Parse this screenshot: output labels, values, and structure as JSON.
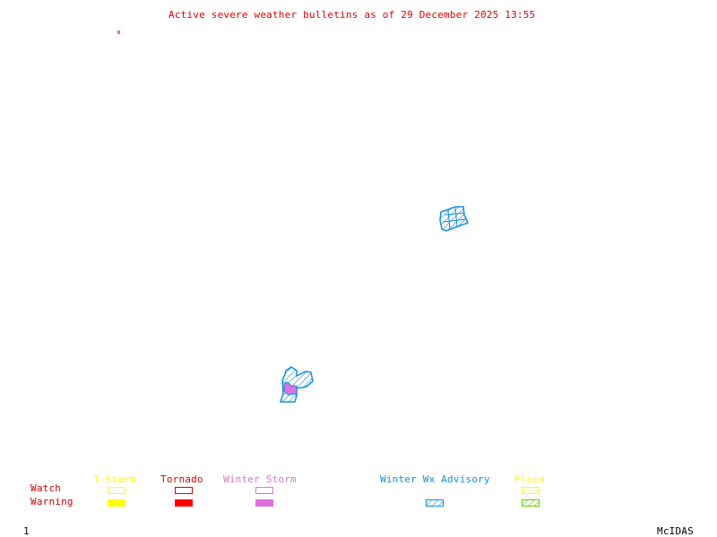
{
  "title": "Active severe weather bulletins as of 29 December 2025 13:55",
  "frame_number": "1",
  "software_label": "McIDAS",
  "legend": {
    "row_labels": {
      "watch": "Watch",
      "warning": "Warning"
    },
    "categories": [
      {
        "id": "tstorm",
        "label": "T-Storm",
        "color": "#ffff00",
        "watch": "outline",
        "warning": "filled"
      },
      {
        "id": "tornado",
        "label": "Tornado",
        "color": "#ff0000",
        "watch": "outline",
        "warning": "filled"
      },
      {
        "id": "winter-storm",
        "label": "Winter Storm",
        "color": "#dd70dd",
        "watch": "outline",
        "warning": "filled"
      },
      {
        "id": "winter-wx-advisory",
        "label": "Winter Wx Advisory",
        "color": "#1090e0",
        "watch": null,
        "warning": "hatched"
      },
      {
        "id": "flood",
        "label": "Flood",
        "colors": {
          "watch": "#ffff00",
          "warning": "#66cc00"
        },
        "watch": "hatched",
        "warning": "hatched"
      }
    ]
  },
  "colors": {
    "title": "#e00000",
    "row_labels": "#cc0000",
    "text": "#000000"
  },
  "regions": [
    {
      "type": "winter-storm-warning",
      "color": "#dd70dd"
    },
    {
      "type": "winter-wx-advisory",
      "color": "#1090e0"
    },
    {
      "type": "winter-wx-advisory",
      "color": "#1090e0"
    },
    {
      "type": "winter-storm-warning",
      "color": "#dd70dd"
    }
  ]
}
